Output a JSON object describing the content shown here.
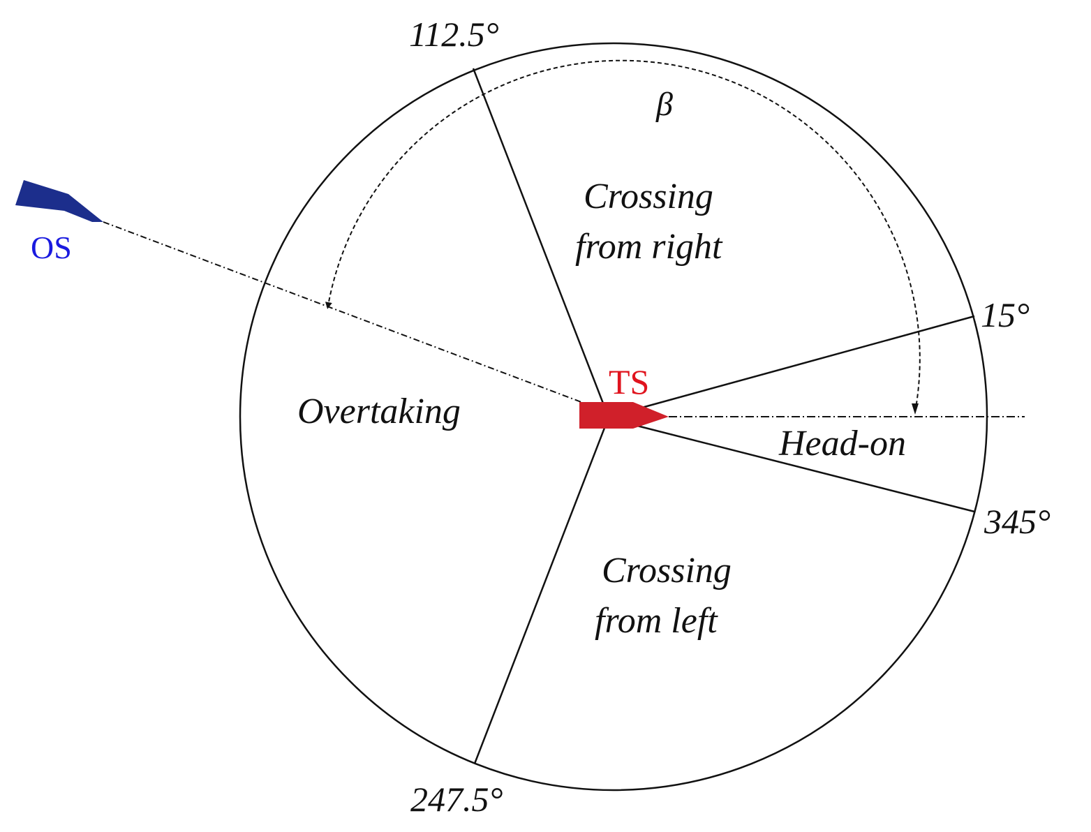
{
  "diagram": {
    "angle_labels": {
      "a112": "112.5°",
      "a15": "15°",
      "a345": "345°",
      "a247": "247.5°"
    },
    "beta_label": "β",
    "sectors": {
      "crossing_right_line1": "Crossing",
      "crossing_right_line2": "from right",
      "overtaking": "Overtaking",
      "head_on": "Head-on",
      "crossing_left_line1": "Crossing",
      "crossing_left_line2": "from left"
    },
    "ships": {
      "own_ship_label": "OS",
      "target_ship_label": "TS"
    },
    "colors": {
      "own_ship": "#1c2e8c",
      "own_ship_text": "#1a1adf",
      "target_ship": "#d0202a",
      "target_ship_text": "#e0141e",
      "line": "#111111"
    }
  }
}
